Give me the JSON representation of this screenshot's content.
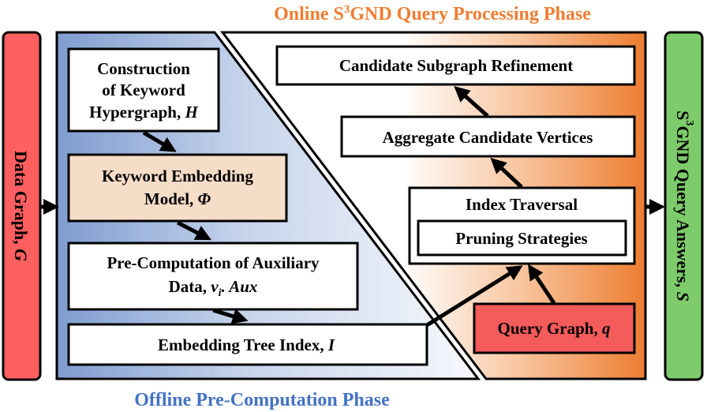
{
  "online_phase": {
    "prefix": "Online S",
    "sup": "3",
    "suffix": "GND Query Processing Phase"
  },
  "offline_phase": "Offline Pre-Computation Phase",
  "data_graph": {
    "text": "Data Graph, ",
    "var": "G"
  },
  "answers": {
    "prefix": "S",
    "sup": "3",
    "mid": "GND Query Answers, ",
    "var": "S"
  },
  "offline_steps": {
    "construction": {
      "line1": "Construction",
      "line2": "of Keyword",
      "line3": "Hypergraph, ",
      "var": "H"
    },
    "embedding_model": {
      "line1": "Keyword Embedding",
      "line2": "Model, ",
      "var": "Φ"
    },
    "precomputation": {
      "line1": "Pre-Computation of Auxiliary",
      "line2": "Data, ",
      "var_v": "v",
      "var_sub": "i",
      "var_tail": ". Aux"
    },
    "tree_index": {
      "text": "Embedding Tree Index, ",
      "var": "I"
    }
  },
  "online_steps": {
    "refinement": "Candidate Subgraph Refinement",
    "aggregate": "Aggregate Candidate Vertices",
    "index_traversal": "Index Traversal",
    "pruning": "Pruning Strategies",
    "query_graph": {
      "text": "Query Graph, ",
      "var": "q"
    }
  },
  "colors": {
    "online_title": "#ED7D31",
    "offline_title": "#4472C4",
    "data_graph_fill": "#FF5F5F",
    "answers_fill": "#7DCB6A",
    "embedding_fill": "#F6DDC8",
    "query_fill": "#F45B5B",
    "offline_bg_dark": "#7F9DD0",
    "online_bg_orange": "#ED7D31"
  }
}
